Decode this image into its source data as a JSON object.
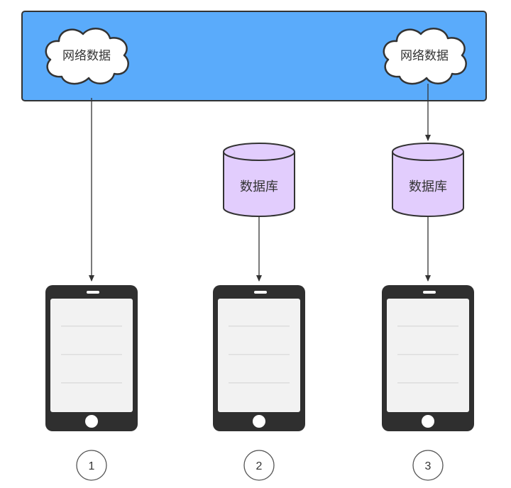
{
  "network": {
    "cloud_left_label": "网络数据",
    "cloud_right_label": "网络数据",
    "bar_color": "#5aabfb"
  },
  "databases": {
    "db2_label": "数据库",
    "db3_label": "数据库",
    "fill_color": "#e2cdfd"
  },
  "phones": {
    "color": "#2f2f2f",
    "screen_color": "#f2f2f2"
  },
  "markers": {
    "one": "1",
    "two": "2",
    "three": "3"
  }
}
